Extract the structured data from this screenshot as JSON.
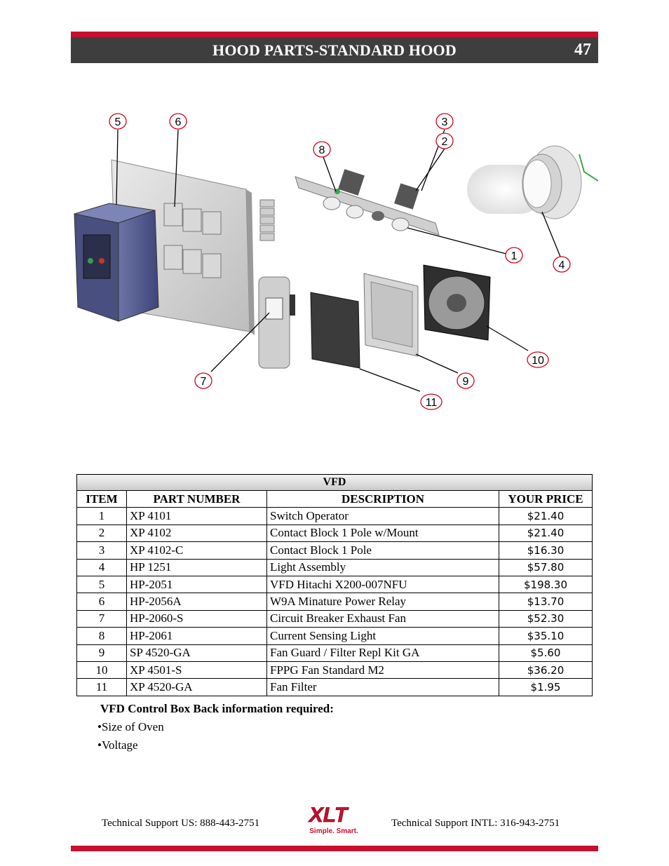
{
  "header": {
    "title": "HOOD PARTS-STANDARD HOOD",
    "page_number": "47"
  },
  "callouts": [
    "5",
    "6",
    "3",
    "2",
    "8",
    "1",
    "4",
    "10",
    "7",
    "9",
    "11"
  ],
  "table": {
    "section_title": "VFD",
    "columns": [
      "ITEM",
      "PART NUMBER",
      "DESCRIPTION",
      "YOUR PRICE"
    ],
    "rows": [
      {
        "item": "1",
        "part": "XP 4101",
        "desc": "Switch Operator",
        "price": "$21.40"
      },
      {
        "item": "2",
        "part": "XP 4102",
        "desc": "Contact Block 1 Pole w/Mount",
        "price": "$21.40"
      },
      {
        "item": "3",
        "part": "XP 4102-C",
        "desc": "Contact Block 1 Pole",
        "price": "$16.30"
      },
      {
        "item": "4",
        "part": "HP 1251",
        "desc": "Light Assembly",
        "price": "$57.80"
      },
      {
        "item": "5",
        "part": "HP-2051",
        "desc": "VFD Hitachi X200-007NFU",
        "price": "$198.30"
      },
      {
        "item": "6",
        "part": "HP-2056A",
        "desc": "W9A Minature Power Relay",
        "price": "$13.70"
      },
      {
        "item": "7",
        "part": "HP-2060-S",
        "desc": "Circuit Breaker Exhaust Fan",
        "price": "$52.30"
      },
      {
        "item": "8",
        "part": "HP-2061",
        "desc": "Current Sensing Light",
        "price": "$35.10"
      },
      {
        "item": "9",
        "part": "SP 4520-GA",
        "desc": "Fan Guard / Filter Repl Kit GA",
        "price": "$5.60"
      },
      {
        "item": "10",
        "part": "XP 4501-S",
        "desc": "FPPG Fan Standard M2",
        "price": "$36.20"
      },
      {
        "item": "11",
        "part": "XP 4520-GA",
        "desc": "Fan Filter",
        "price": "$1.95"
      }
    ]
  },
  "notes": {
    "heading": "VFD Control Box Back information required:",
    "items": [
      "Size of Oven",
      "Voltage"
    ]
  },
  "footer": {
    "left": "Technical Support  US:  888-443-2751",
    "right": "Technical Support  INTL:  316-943-2751",
    "logo_text": "XLT",
    "logo_tagline": "Simple. Smart."
  }
}
